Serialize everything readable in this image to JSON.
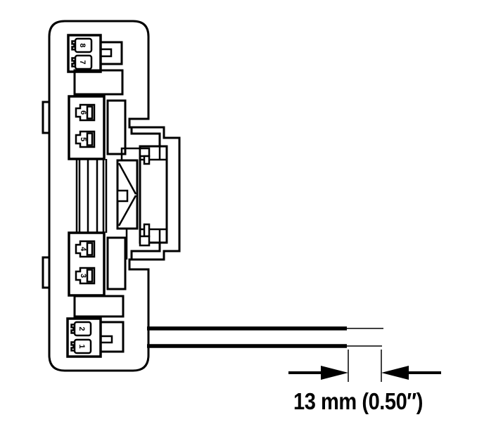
{
  "diagram": {
    "description": "Connector housing side view with numbered terminal cavities, latch bracket and wire leads",
    "colors": {
      "ink": "#000000",
      "paper": "#ffffff"
    },
    "connector": {
      "blocks": [
        {
          "id": "block-8-7",
          "terminals": [
            "8",
            "7"
          ]
        },
        {
          "id": "block-6-5",
          "terminals": [
            "6",
            "5"
          ]
        },
        {
          "id": "block-4-3",
          "terminals": [
            "4",
            "3"
          ]
        },
        {
          "id": "block-2-1",
          "terminals": [
            "2",
            "1"
          ]
        }
      ]
    },
    "dimension": {
      "label": "13 mm (0.50″)"
    }
  }
}
